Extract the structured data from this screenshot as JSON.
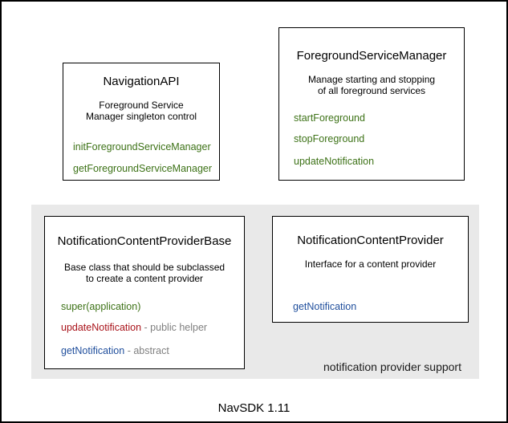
{
  "diagram": {
    "caption": "NavSDK 1.11",
    "colors": {
      "method_green": "#3d7217",
      "method_red": "#a9131a",
      "method_blue": "#1f4e9c",
      "annotation_gray": "#808080",
      "region_bg": "#e9e9e9",
      "border": "#000000"
    },
    "region": {
      "label": "notification provider support"
    },
    "boxes": [
      {
        "id": "navigation-api",
        "title": "NavigationAPI",
        "description": [
          "Foreground Service",
          "Manager singleton control"
        ],
        "methods": [
          {
            "name": "initForegroundServiceManager",
            "color": "#3d7217",
            "annotation": ""
          },
          {
            "name": "getForegroundServiceManager",
            "color": "#3d7217",
            "annotation": ""
          }
        ]
      },
      {
        "id": "foreground-service-manager",
        "title": "ForegroundServiceManager",
        "description": [
          "Manage starting and stopping",
          "of all foreground services"
        ],
        "methods": [
          {
            "name": "startForeground",
            "color": "#3d7217",
            "annotation": ""
          },
          {
            "name": "stopForeground",
            "color": "#3d7217",
            "annotation": ""
          },
          {
            "name": "updateNotification",
            "color": "#3d7217",
            "annotation": ""
          }
        ]
      },
      {
        "id": "notification-content-provider-base",
        "title": "NotificationContentProviderBase",
        "description": [
          "Base class that should be subclassed",
          "to create a content provider"
        ],
        "methods": [
          {
            "name": "super(application)",
            "color": "#3d7217",
            "annotation": ""
          },
          {
            "name": "updateNotification",
            "color": "#a9131a",
            "annotation": " - public helper"
          },
          {
            "name": "getNotification",
            "color": "#1f4e9c",
            "annotation": " - abstract"
          }
        ]
      },
      {
        "id": "notification-content-provider",
        "title": "NotificationContentProvider",
        "description": [
          "Interface for a content provider"
        ],
        "methods": [
          {
            "name": "getNotification",
            "color": "#1f4e9c",
            "annotation": ""
          }
        ]
      }
    ]
  }
}
